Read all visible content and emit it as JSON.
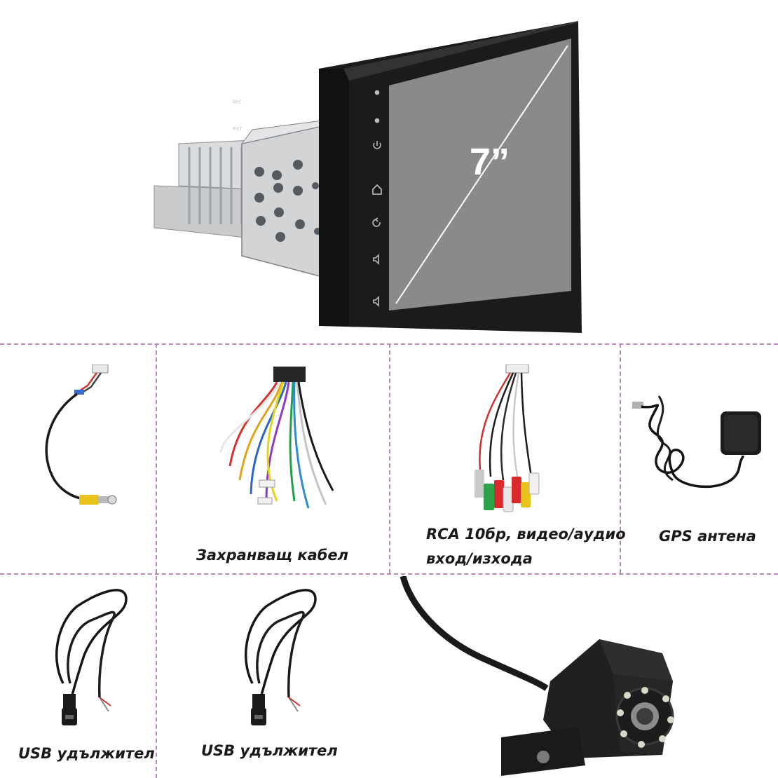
{
  "main_product": {
    "screen_size_label": "7”",
    "side_labels": {
      "mic": "MIC",
      "rst": "RST"
    }
  },
  "accessories": [
    {
      "id": "camera-cable",
      "caption": ""
    },
    {
      "id": "power-harness",
      "caption": "Захранващ кабел"
    },
    {
      "id": "rca-cable",
      "caption_line1": "RCA 10бр, видео/аудио",
      "caption_line2": "вход/изхода"
    },
    {
      "id": "gps-antenna",
      "caption": "GPS антена"
    },
    {
      "id": "usb-extension-1",
      "caption": "USB удължител"
    },
    {
      "id": "usb-extension-2",
      "caption": "USB удължител"
    },
    {
      "id": "rear-camera",
      "caption": ""
    }
  ],
  "colors": {
    "divider": "#b78ab8",
    "screen": "#8a8a8a",
    "bezel": "#1b1b1b",
    "chassis": "#b9bcbf"
  }
}
